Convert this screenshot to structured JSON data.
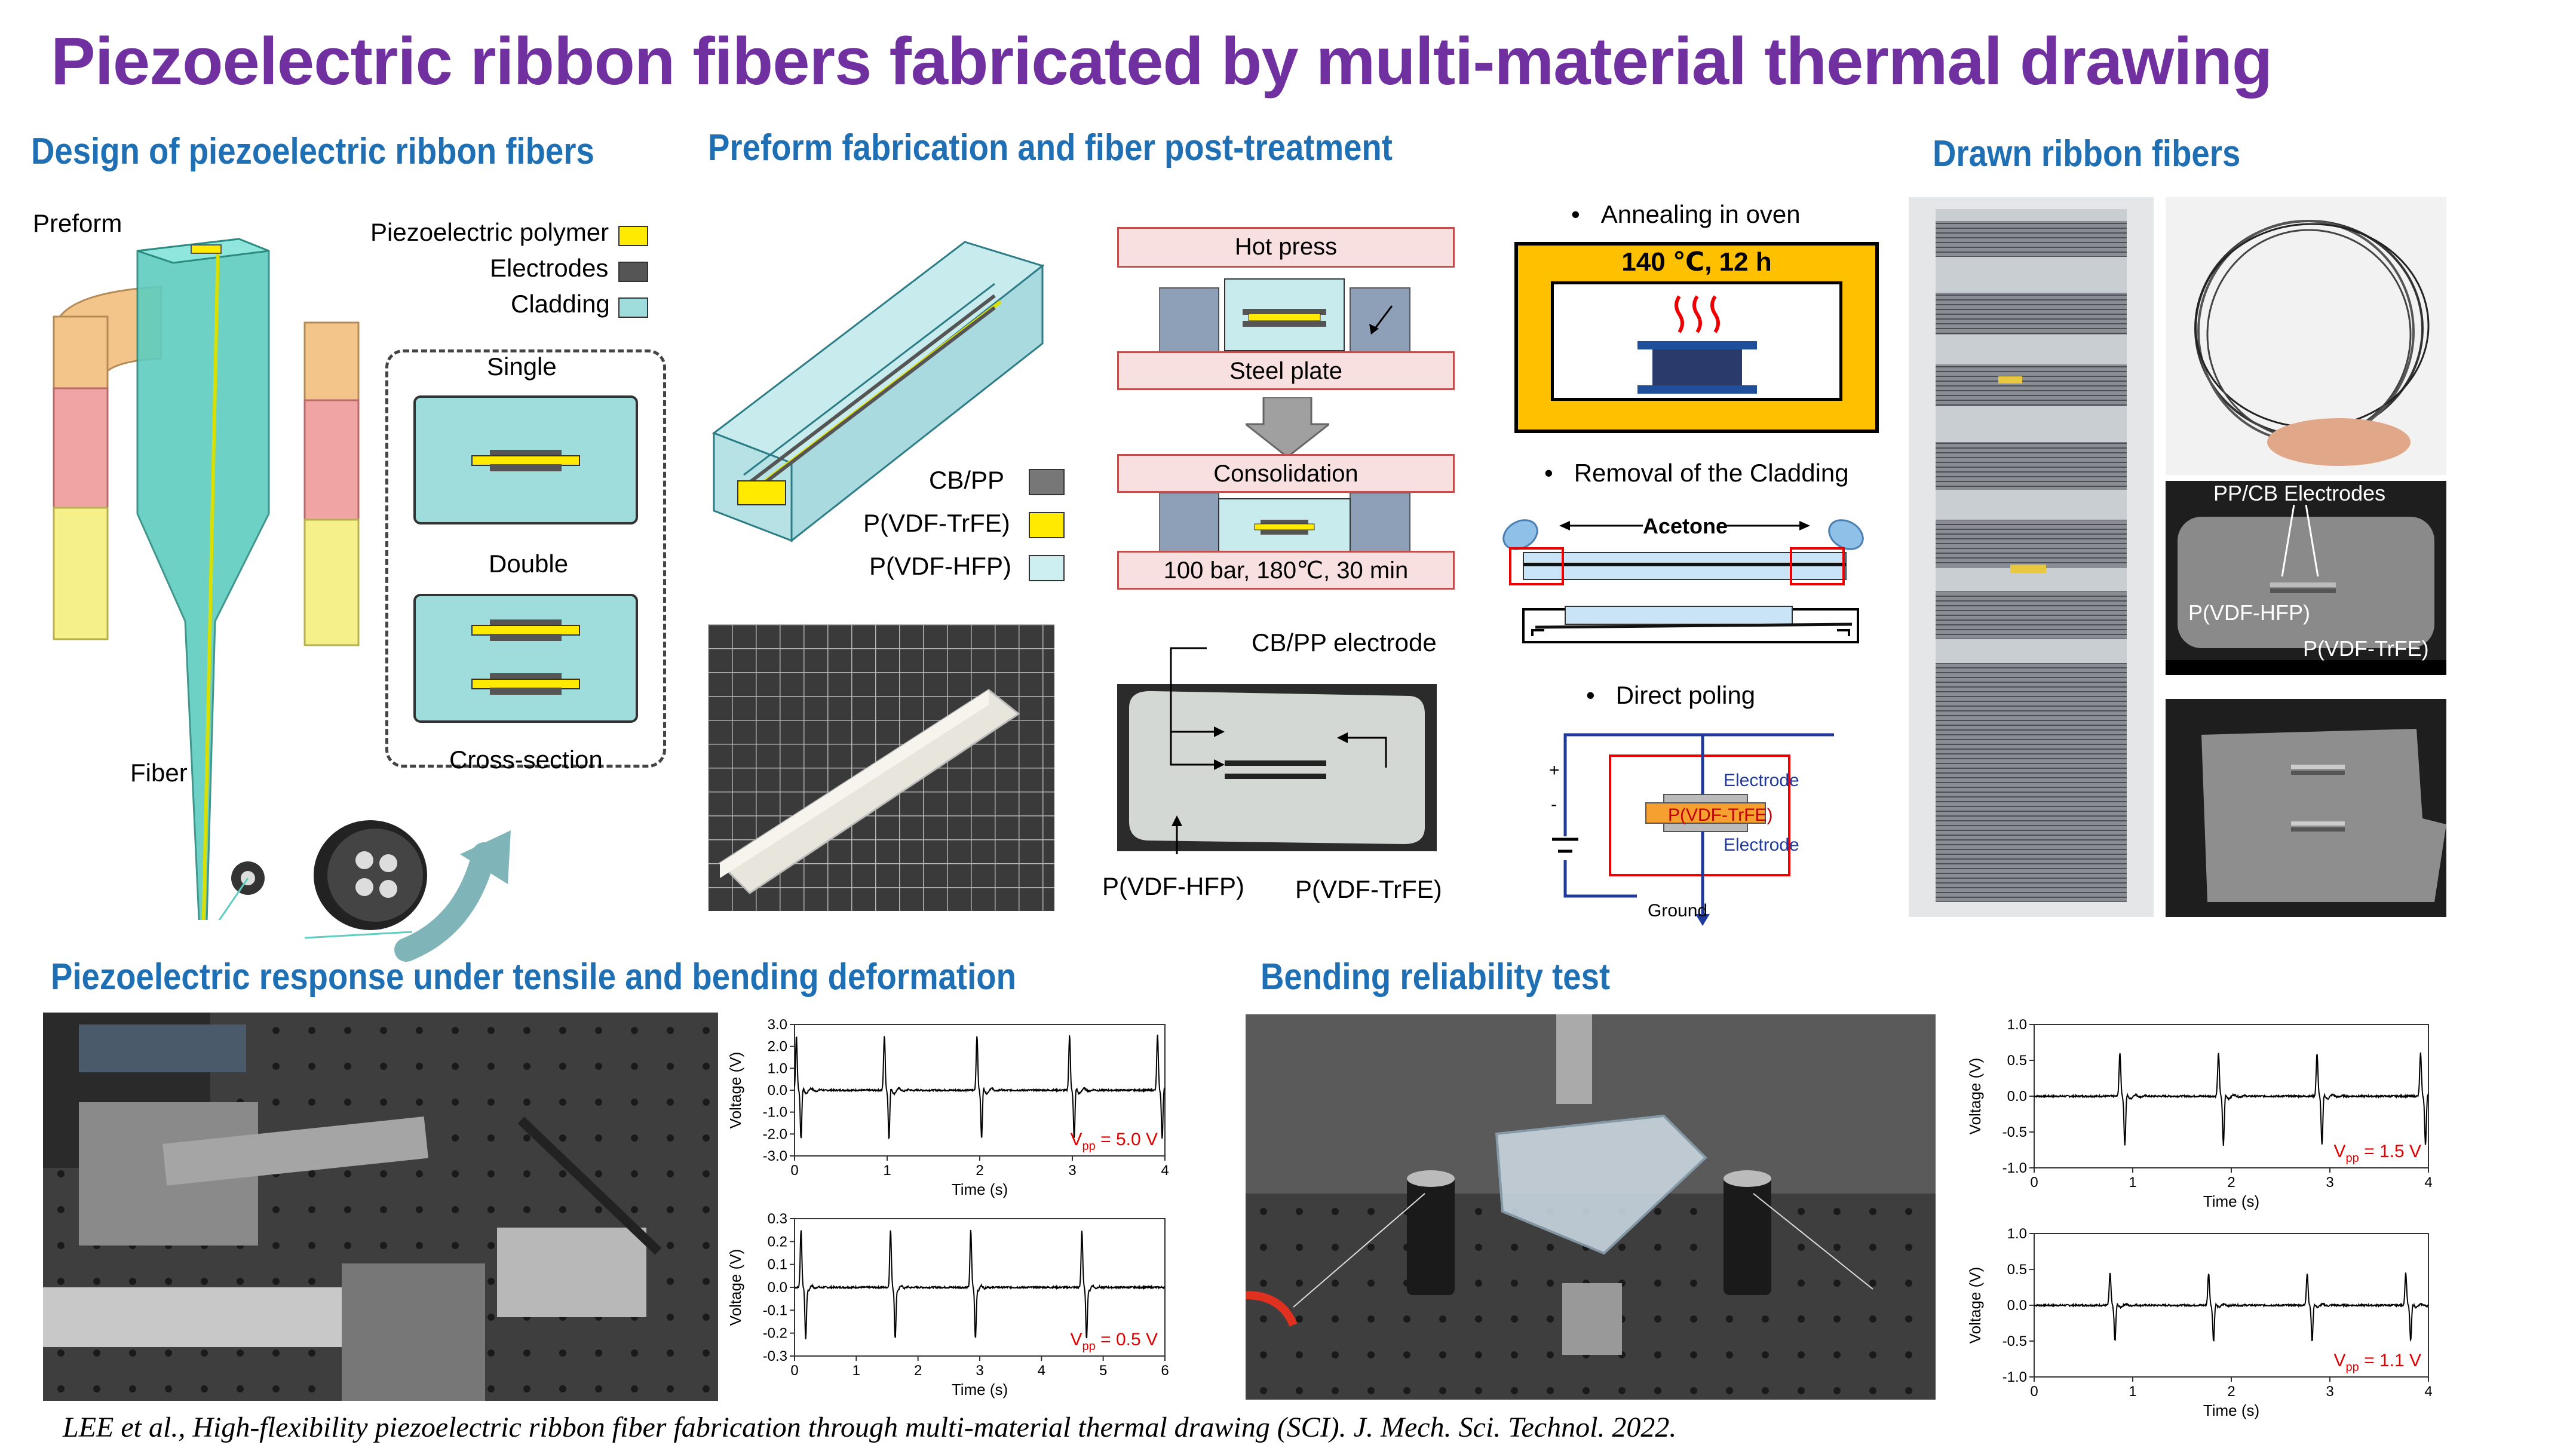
{
  "title": "Piezoelectric ribbon fibers fabricated by multi-material thermal drawing",
  "sections": {
    "design": "Design of piezoelectric ribbon fibers",
    "preform": "Preform fabrication and fiber post-treatment",
    "drawn": "Drawn ribbon fibers",
    "response": "Piezoelectric response under tensile and bending deformation",
    "reliability": "Bending reliability test"
  },
  "design": {
    "preform_label": "Preform",
    "fiber_label": "Fiber",
    "legend": [
      "Piezoelectric polymer",
      "Electrodes",
      "Cladding"
    ],
    "single_label": "Single",
    "double_label": "Double",
    "cross_section_label": "Cross-section"
  },
  "preform": {
    "legend": [
      "CB/PP",
      "P(VDF-TrFE)",
      "P(VDF-HFP)"
    ],
    "hot_press": "Hot press",
    "steel_plate": "Steel plate",
    "consolidation": "Consolidation",
    "conditions": "100 bar, 180℃, 30 min",
    "cbpp_electrode": "CB/PP electrode",
    "pvdf_hfp": "P(VDF-HFP)",
    "pvdf_trfe": "P(VDF-TrFE)"
  },
  "post": {
    "annealing": "Annealing in oven",
    "oven_temp": "140 ℃, 12 h",
    "removal": "Removal of the Cladding",
    "acetone": "Acetone",
    "poling": "Direct poling",
    "electrode_top": "Electrode",
    "electrode_bottom": "Electrode",
    "poling_material": "P(VDF-TrFE)",
    "ground": "Ground",
    "plus": "+",
    "minus": "-"
  },
  "drawn": {
    "electrodes_label": "PP/CB Electrodes",
    "hfp_label": "P(VDF-HFP)",
    "trfe_label": "P(VDF-TrFE)"
  },
  "colors": {
    "title": "#7030a0",
    "section": "#1f6fb4",
    "cladding": "#9fdcdc",
    "piezo": "#ffea00",
    "electrode": "#555555",
    "annotation_red": "#e00000"
  },
  "citation": "LEE et al., High-flexibility piezoelectric ribbon fiber fabrication through multi-material thermal drawing (SCI). J. Mech. Sci. Technol. 2022.",
  "chart_data": [
    {
      "type": "line",
      "id": "tensile",
      "xlabel": "Time (s)",
      "ylabel": "Voltage (V)",
      "xlim": [
        0,
        4
      ],
      "ylim": [
        -3.0,
        3.0
      ],
      "xticks": [
        "0",
        "1",
        "2",
        "3",
        "4"
      ],
      "yticks": [
        "3.0",
        "2.0",
        "1.0",
        "0.0",
        "-1.0",
        "-2.0",
        "-3.0"
      ],
      "annotation_main": "V",
      "annotation_sub": "pp",
      "annotation_value": " = 5.0 V",
      "pulses": [
        0.05,
        1.0,
        2.0,
        3.0,
        3.95
      ],
      "amp_pos": 2.5,
      "amp_neg": -2.5
    },
    {
      "type": "line",
      "id": "bending",
      "xlabel": "Time (s)",
      "ylabel": "Voltage (V)",
      "xlim": [
        0,
        6
      ],
      "ylim": [
        -0.3,
        0.3
      ],
      "xticks": [
        "0",
        "1",
        "2",
        "3",
        "4",
        "5",
        "6"
      ],
      "yticks": [
        "0.3",
        "0.2",
        "0.1",
        "0.0",
        "-0.1",
        "-0.2",
        "-0.3"
      ],
      "annotation_main": "V",
      "annotation_sub": "pp",
      "annotation_value": " = 0.5 V",
      "pulses": [
        0.15,
        1.6,
        2.9,
        4.7
      ],
      "amp_pos": 0.25,
      "amp_neg": -0.25
    },
    {
      "type": "line",
      "id": "reliability_a",
      "xlabel": "Time (s)",
      "ylabel": "Voltage (V)",
      "xlim": [
        0,
        4
      ],
      "ylim": [
        -1.0,
        1.0
      ],
      "xticks": [
        "0",
        "1",
        "2",
        "3",
        "4"
      ],
      "yticks": [
        "1.0",
        "0.5",
        "0.0",
        "-0.5",
        "-1.0"
      ],
      "annotation_main": "V",
      "annotation_sub": "pp",
      "annotation_value": " = 1.5 V",
      "pulses": [
        0.9,
        1.9,
        2.9,
        3.95
      ],
      "amp_pos": 0.6,
      "amp_neg": -0.75
    },
    {
      "type": "line",
      "id": "reliability_b",
      "xlabel": "Time (s)",
      "ylabel": "Voltage (V)",
      "xlim": [
        0,
        4
      ],
      "ylim": [
        -1.0,
        1.0
      ],
      "xticks": [
        "0",
        "1",
        "2",
        "3",
        "4"
      ],
      "yticks": [
        "1.0",
        "0.5",
        "0.0",
        "-0.5",
        "-1.0"
      ],
      "annotation_main": "V",
      "annotation_sub": "pp",
      "annotation_value": " = 1.1 V",
      "pulses": [
        0.8,
        1.8,
        2.8,
        3.8
      ],
      "amp_pos": 0.45,
      "amp_neg": -0.55
    }
  ]
}
